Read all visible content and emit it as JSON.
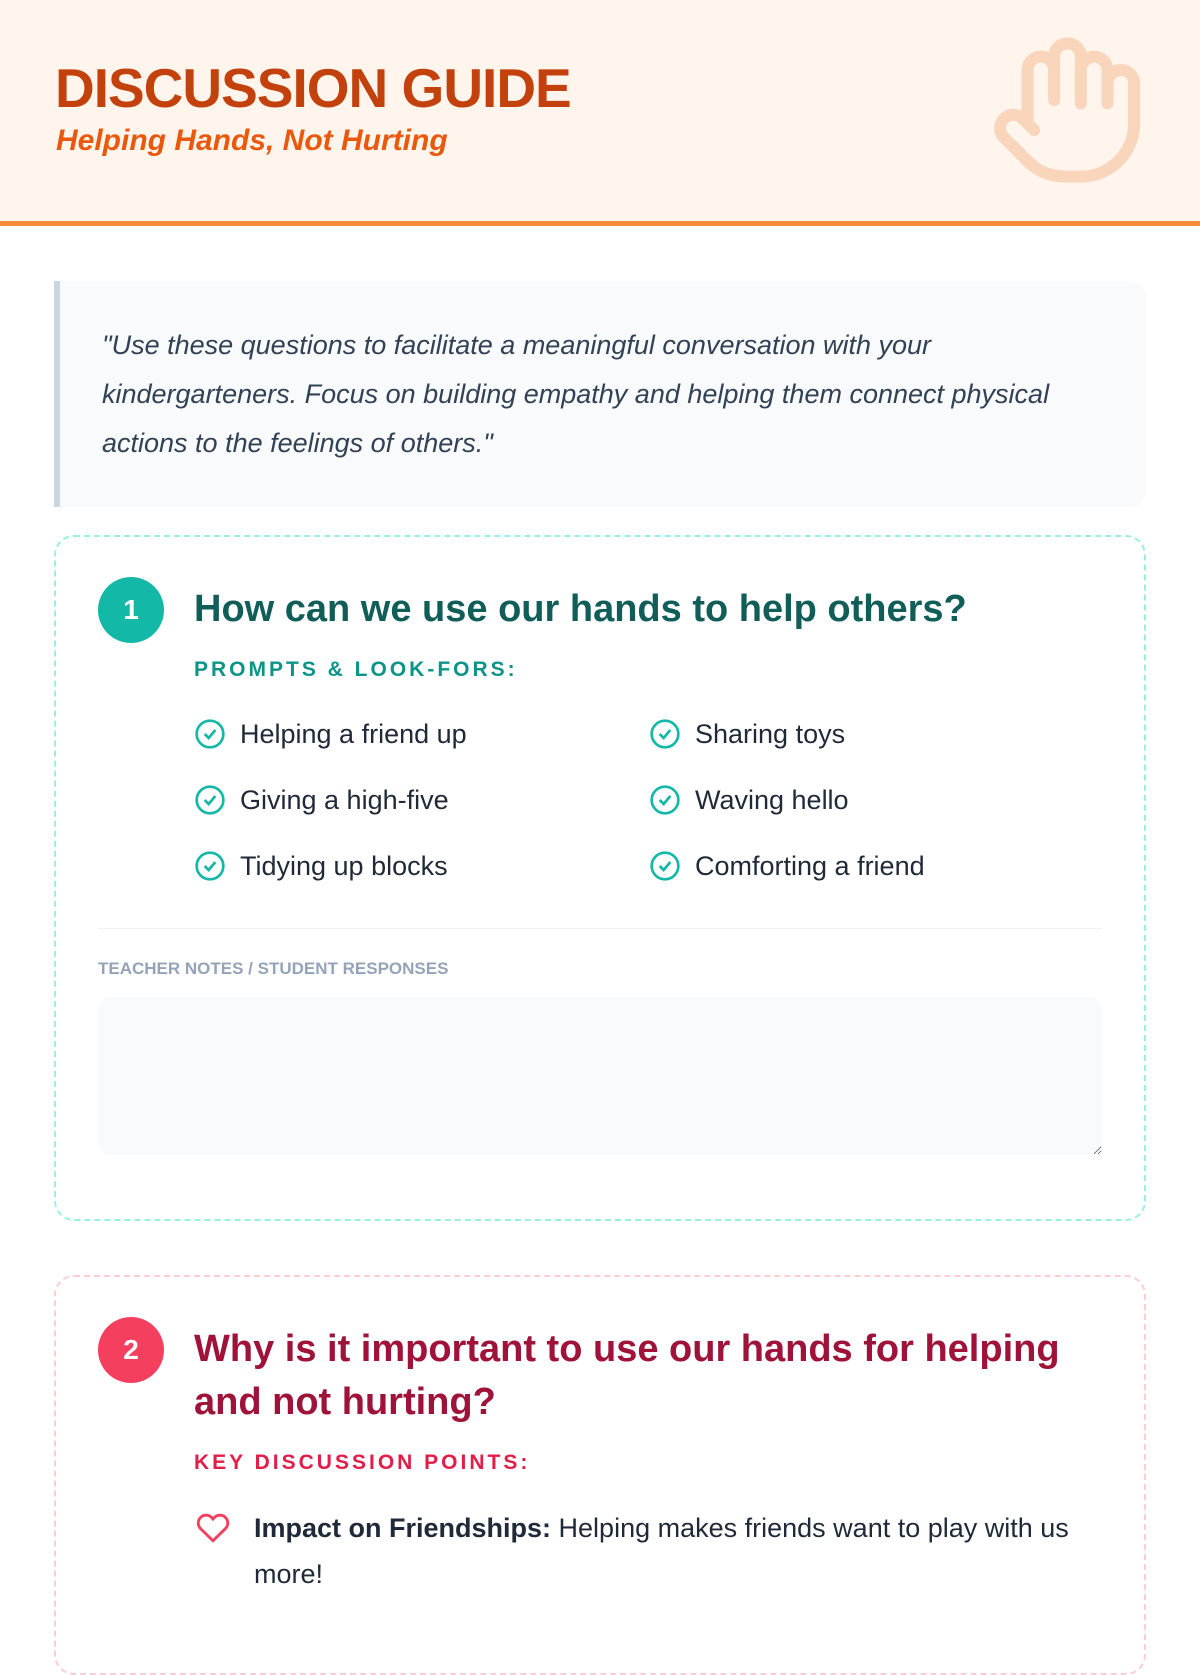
{
  "header": {
    "title": "DISCUSSION GUIDE",
    "subtitle": "Helping Hands, Not Hurting",
    "icon": "hand-icon"
  },
  "intro_quote": "\"Use these questions to facilitate a meaningful conversation with your kindergarteners. Focus on building empathy and helping them connect physical actions to the feelings of others.\"",
  "questions": [
    {
      "number": "1",
      "question": "How can we use our hands to help others?",
      "label": "PROMPTS & LOOK-FORS:",
      "items": [
        "Helping a friend up",
        "Sharing toys",
        "Giving a high-five",
        "Waving hello",
        "Tidying up blocks",
        "Comforting a friend"
      ],
      "notes_label": "TEACHER NOTES / STUDENT RESPONSES",
      "notes_value": "",
      "accent": "#14b8a6"
    },
    {
      "number": "2",
      "question": "Why is it important to use our hands for helping and not hurting?",
      "label": "KEY DISCUSSION POINTS:",
      "points": [
        {
          "title": "Impact on Friendships:",
          "text": "Helping makes friends want to play with us more!"
        }
      ],
      "accent": "#f43f5e"
    }
  ]
}
